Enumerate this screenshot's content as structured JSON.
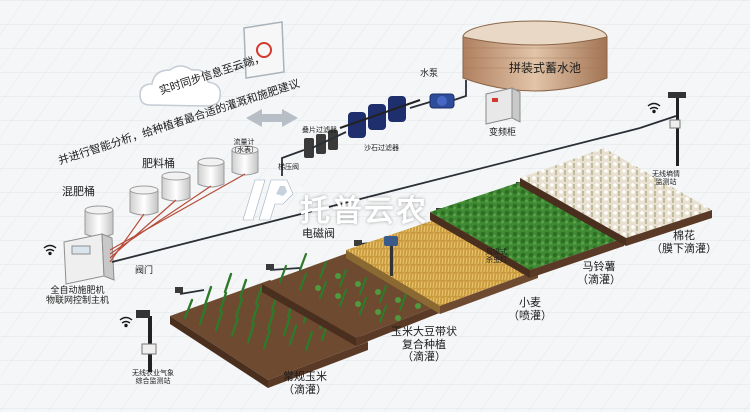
{
  "brand": {
    "name": "托普云农",
    "reg": "®"
  },
  "labels": {
    "reservoir": "拼装式蓄水池",
    "pump": "水泵",
    "transformer": "变频柜",
    "sand_filter": "沙石过滤器",
    "disc_filter": "叠片过滤器",
    "backwash": "梯压阀",
    "cloud_sync": "实时同步信息至云端，",
    "analysis": "并进行智能分析，给种植者最合适的灌溉和施肥建议",
    "fert_bucket": "肥料桶",
    "mix_bucket": "混肥桶",
    "flowmeter_1": "流量计",
    "flowmeter_2": "（水表）",
    "solenoid": "电磁阀",
    "valve": "阀门",
    "ctrl_1": "全自动施肥机",
    "ctrl_2": "物联网控制主机",
    "weather_1": "无线农业气象",
    "weather_2": "综合监测站",
    "soil_1": "无线墒情",
    "soil_2": "监测站",
    "wind": "风吸式",
    "wind_2": "杀虫灯",
    "corn_1": "常规玉米",
    "corn_2": "（滴灌）",
    "strip_1": "玉米大豆带状",
    "strip_2": "复合种植",
    "strip_3": "（滴灌）",
    "wheat_1": "小麦",
    "wheat_2": "（喷灌）",
    "potato_1": "马铃薯",
    "potato_2": "（滴灌）",
    "cotton_1": "棉花",
    "cotton_2": "（膜下滴灌）"
  },
  "colors": {
    "soil": "#6e4a31",
    "soil_side": "#4a2f1f",
    "crop_green": "#2f7a2a",
    "wheat": "#d9a848",
    "cotton_bed": "#efe5d8",
    "pipe": "#2a2f36",
    "feed_line": "#b84c3a",
    "tank": "#c9a27c"
  }
}
